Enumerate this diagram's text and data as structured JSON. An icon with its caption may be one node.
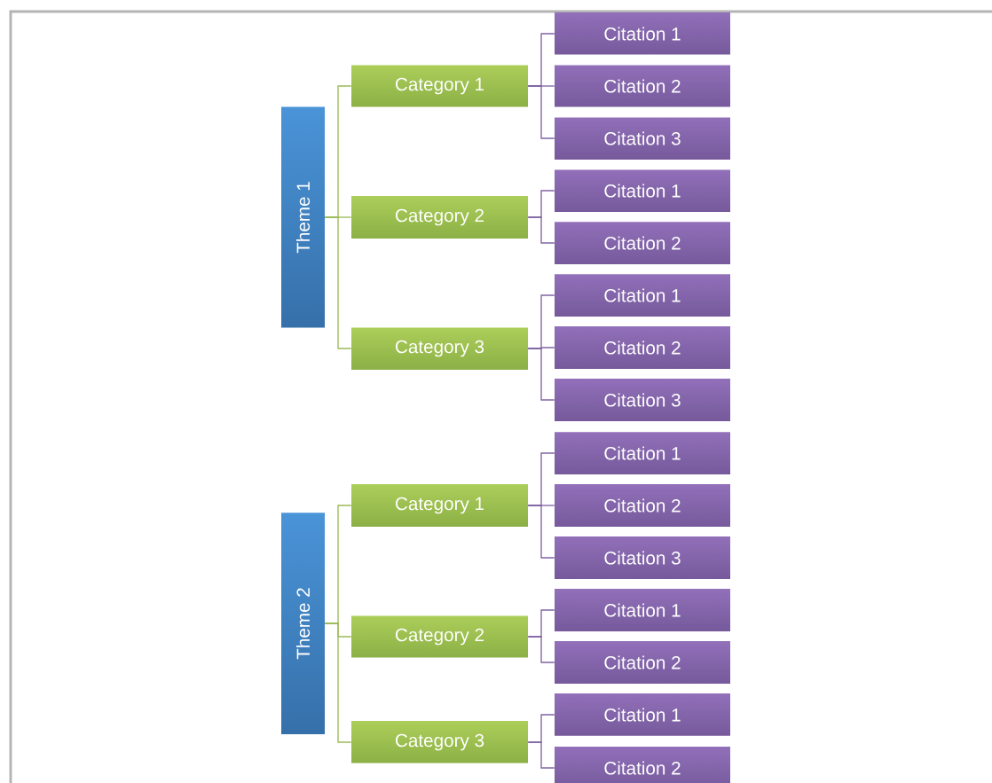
{
  "diagram": {
    "nodes": [
      {
        "text": [
          "Theme 1"
        ]
      },
      {
        "text": [
          "Category 1"
        ]
      },
      {
        "text": [
          "Citation 1"
        ]
      },
      {
        "text": [
          "Citation 2"
        ]
      },
      {
        "text": [
          "Citation 3"
        ]
      },
      {
        "text": [
          "Category 2"
        ]
      },
      {
        "text": [
          "Citation 1"
        ]
      },
      {
        "text": [
          "Citation 2"
        ]
      },
      {
        "text": [
          "Category 3"
        ]
      },
      {
        "text": [
          "Citation 1"
        ]
      },
      {
        "text": [
          "Citation 2"
        ]
      },
      {
        "text": [
          "Citation 3"
        ]
      },
      {
        "text": [
          "Theme 2"
        ]
      },
      {
        "text": [
          "Category 1"
        ]
      },
      {
        "text": [
          "Citation 1"
        ]
      },
      {
        "text": [
          "Citation 2"
        ]
      },
      {
        "text": [
          "Citation 3"
        ]
      },
      {
        "text": [
          "Category 2"
        ]
      },
      {
        "text": [
          "Citation 1"
        ]
      },
      {
        "text": [
          "Citation 2"
        ]
      },
      {
        "text": [
          "Category 3"
        ]
      },
      {
        "text": [
          "Citation 1"
        ]
      },
      {
        "text": [
          "Citation 2"
        ]
      }
    ],
    "edges": [
      {
        "from": 0,
        "to": 1,
        "arrow": "none",
        "color": "#9bbb59"
      },
      {
        "from": 0,
        "to": 5,
        "arrow": "none",
        "color": "#9bbb59"
      },
      {
        "from": 0,
        "to": 8,
        "arrow": "none",
        "color": "#9bbb59"
      },
      {
        "from": 1,
        "to": 2,
        "arrow": "none"
      },
      {
        "from": 1,
        "to": 3,
        "arrow": "none"
      },
      {
        "from": 1,
        "to": 4,
        "arrow": "none"
      },
      {
        "from": 5,
        "to": 6,
        "arrow": "none"
      },
      {
        "from": 5,
        "to": 7,
        "arrow": "none"
      },
      {
        "from": 8,
        "to": 9,
        "arrow": "none"
      },
      {
        "from": 8,
        "to": 10,
        "arrow": "none"
      },
      {
        "from": 8,
        "to": 11,
        "arrow": "none"
      },
      {
        "from": 12,
        "to": 13,
        "arrow": "none",
        "color": "#9bbb59"
      },
      {
        "from": 12,
        "to": 17,
        "arrow": "none",
        "color": "#9bbb59"
      },
      {
        "from": 12,
        "to": 20,
        "arrow": "none",
        "color": "#9bbb59"
      },
      {
        "from": 13,
        "to": 14,
        "arrow": "none"
      },
      {
        "from": 13,
        "to": 15,
        "arrow": "none"
      },
      {
        "from": 13,
        "to": 16,
        "arrow": "none"
      },
      {
        "from": 17,
        "to": 18,
        "arrow": "none"
      },
      {
        "from": 17,
        "to": 19,
        "arrow": "none"
      },
      {
        "from": 20,
        "to": 21,
        "arrow": "none"
      },
      {
        "from": 20,
        "to": 22,
        "arrow": "none"
      }
    ]
  }
}
